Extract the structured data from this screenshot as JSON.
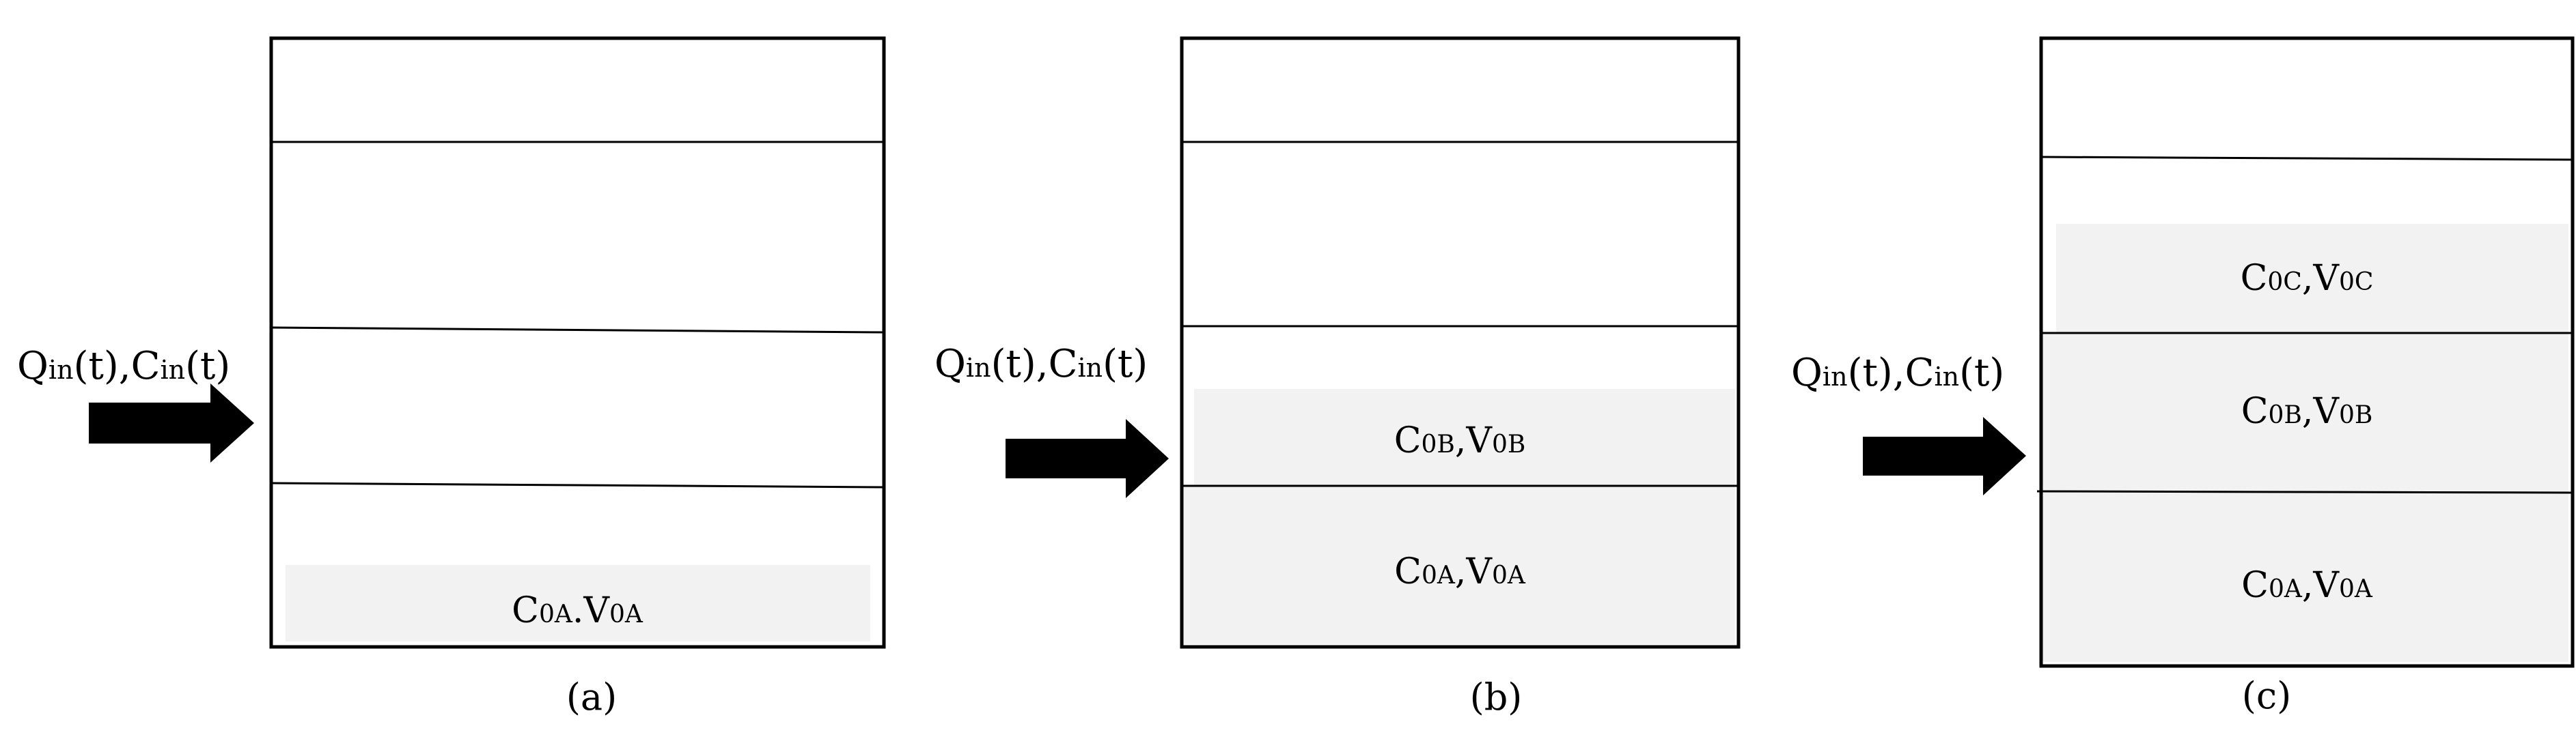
{
  "colors": {
    "background": "#ffffff",
    "outline": "#000000",
    "layer_fill": "#f2f2f2"
  },
  "inflow": {
    "q_base": "Q",
    "q_sub": "in",
    "t_arg": "(t)",
    "sep": ",",
    "c_base": "C",
    "c_sub": "in"
  },
  "panels": [
    {
      "caption": "(a)",
      "layers": [
        {
          "base": "C",
          "sub1": "0A",
          "sep": ".",
          "base2": "V",
          "sub2": "0A"
        }
      ]
    },
    {
      "caption": "(b)",
      "layers": [
        {
          "base": "C",
          "sub1": "0B",
          "sep": ",",
          "base2": "V",
          "sub2": "0B"
        },
        {
          "base": "C",
          "sub1": "0A",
          "sep": ",",
          "base2": "V",
          "sub2": "0A"
        }
      ]
    },
    {
      "caption": "(c)",
      "layers": [
        {
          "base": "C",
          "sub1": "0C",
          "sep": ",",
          "base2": "V",
          "sub2": "0C"
        },
        {
          "base": "C",
          "sub1": "0B",
          "sep": ",",
          "base2": "V",
          "sub2": "0B"
        },
        {
          "base": "C",
          "sub1": "0A",
          "sep": ",",
          "base2": "V",
          "sub2": "0A"
        }
      ]
    }
  ]
}
